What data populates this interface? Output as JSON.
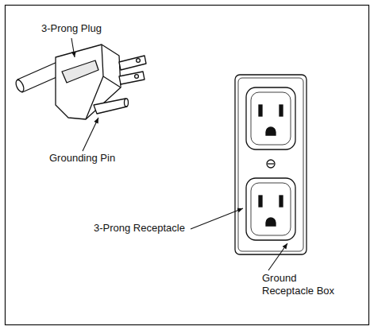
{
  "diagram": {
    "labels": [
      "3-Prong Plug",
      "Grounding Pin",
      "3-Prong Receptacle",
      "Ground Receptacle Box"
    ]
  }
}
